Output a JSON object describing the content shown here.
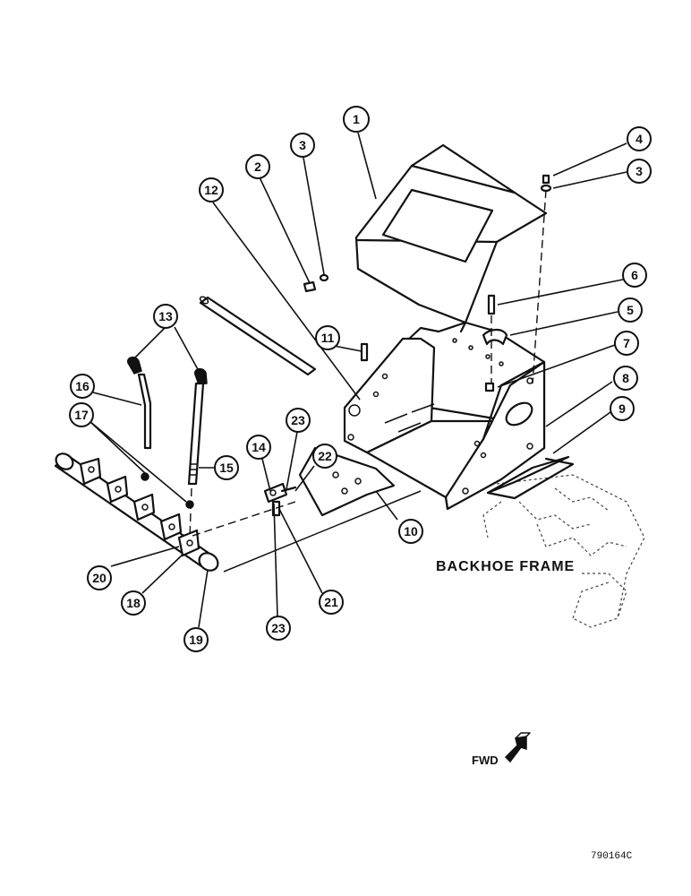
{
  "diagram": {
    "frame_label": "BACKHOE FRAME",
    "direction_label": "FWD",
    "drawing_code": "790164C",
    "callouts": [
      "1",
      "2",
      "3",
      "4",
      "3",
      "6",
      "5",
      "11",
      "7",
      "8",
      "9",
      "12",
      "13",
      "16",
      "17",
      "15",
      "14",
      "23",
      "22",
      "10",
      "20",
      "18",
      "19",
      "23",
      "21"
    ]
  }
}
